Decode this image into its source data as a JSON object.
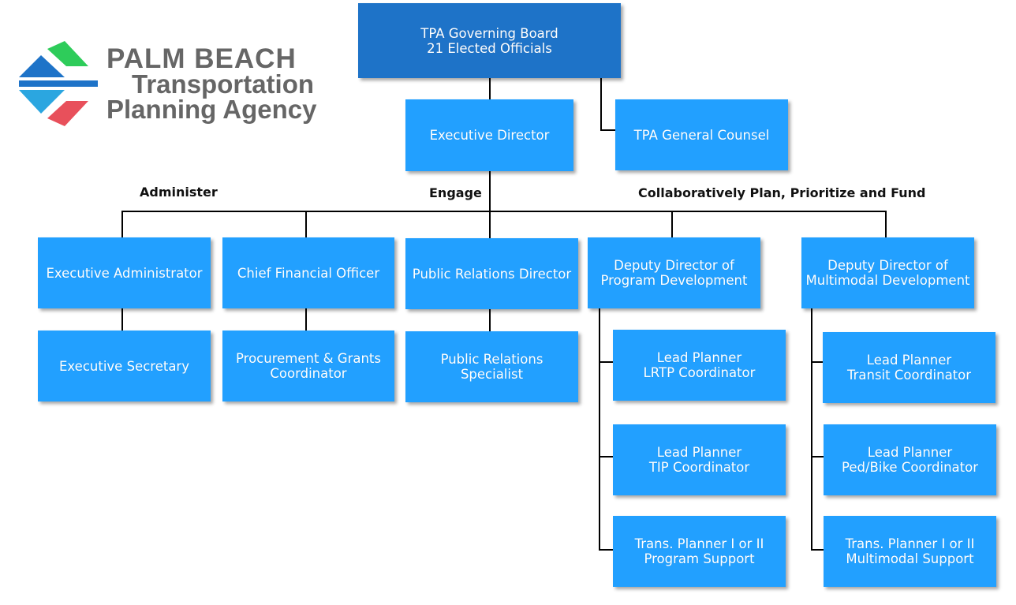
{
  "logo": {
    "line1": "PALM BEACH",
    "line2": "Transportation",
    "line3": "Planning Agency",
    "colors": {
      "green": "#2ecc5a",
      "blue": "#1e73c8",
      "light_blue": "#2ba6e0",
      "red": "#e8505b"
    }
  },
  "colors": {
    "box": "#22a0ff",
    "board": "#1e73c8",
    "connector": "#000000"
  },
  "board": {
    "line1": "TPA Governing Board",
    "line2": "21 Elected Officials"
  },
  "executive_director": {
    "line1": "Executive Director"
  },
  "general_counsel": {
    "line1": "TPA General Counsel"
  },
  "labels": {
    "administer": "Administer",
    "engage": "Engage",
    "collaborate": "Collaboratively Plan, Prioritize and Fund"
  },
  "executive_administrator": {
    "line1": "Executive Administrator"
  },
  "executive_secretary": {
    "line1": "Executive Secretary"
  },
  "cfo": {
    "line1": "Chief Financial Officer"
  },
  "procurement": {
    "line1": "Procurement & Grants",
    "line2": "Coordinator"
  },
  "pr_director": {
    "line1": "Public Relations Director"
  },
  "pr_specialist": {
    "line1": "Public Relations",
    "line2": "Specialist"
  },
  "deputy_program": {
    "line1": "Deputy Director of",
    "line2": "Program Development"
  },
  "lrtp": {
    "line1": "Lead Planner",
    "line2": "LRTP Coordinator"
  },
  "tip": {
    "line1": "Lead Planner",
    "line2": "TIP Coordinator"
  },
  "program_support": {
    "line1": "Trans. Planner I or II",
    "line2": "Program Support"
  },
  "deputy_multimodal": {
    "line1": "Deputy Director of",
    "line2": "Multimodal Development"
  },
  "transit": {
    "line1": "Lead Planner",
    "line2": "Transit Coordinator"
  },
  "pedbike": {
    "line1": "Lead Planner",
    "line2": "Ped/Bike Coordinator"
  },
  "multimodal_support": {
    "line1": "Trans. Planner I or II",
    "line2": "Multimodal Support"
  }
}
